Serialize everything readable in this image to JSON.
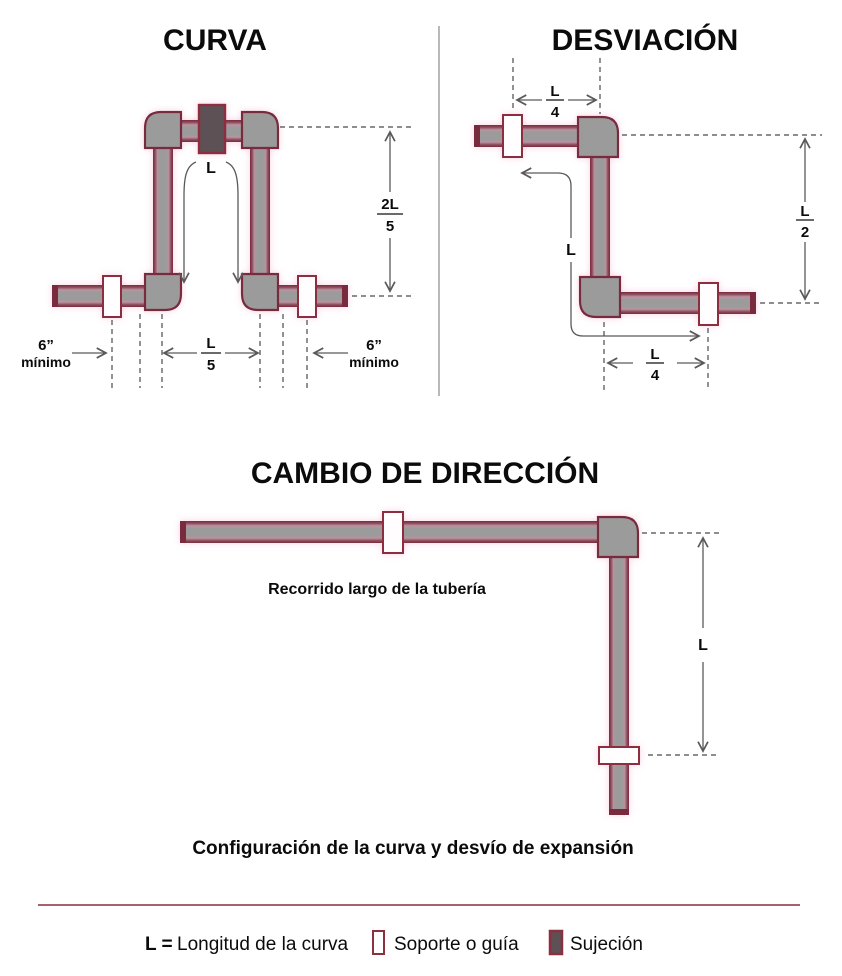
{
  "colors": {
    "pipe_gray": "#9b9b9b",
    "pipe_outline_maroon": "#7a2b3c",
    "pipe_highlight_mauve": "#bb92a0",
    "anchor_fill": "#5d5156",
    "support_fill": "#fffdfe",
    "halo_pink": "#f8cfe3",
    "dimension_gray": "#5a5a5a",
    "legend_rule": "#8c2f3f",
    "text": "#0b0b0b"
  },
  "curva": {
    "title": "CURVA",
    "loop_label": "L",
    "height": {
      "num": "2L",
      "den": "5"
    },
    "span": {
      "num": "L",
      "den": "5"
    },
    "min_left": {
      "value": "6”",
      "unit": "mínimo"
    },
    "min_right": {
      "value": "6”",
      "unit": "mínimo"
    }
  },
  "desviacion": {
    "title": "DESVIACIÓN",
    "top": {
      "num": "L",
      "den": "4"
    },
    "side": {
      "num": "L",
      "den": "2"
    },
    "bottom": {
      "num": "L",
      "den": "4"
    },
    "length_label": "L"
  },
  "cambio": {
    "title": "CAMBIO DE DIRECCIÓN",
    "run_label": "Recorrido largo de la tubería",
    "length_label": "L",
    "caption": "Configuración de la curva y desvío de expansión"
  },
  "legend": {
    "length_key": "L =",
    "length_text": "Longitud de la curva",
    "support_label": "Soporte o guía",
    "anchor_label": "Sujeción"
  }
}
